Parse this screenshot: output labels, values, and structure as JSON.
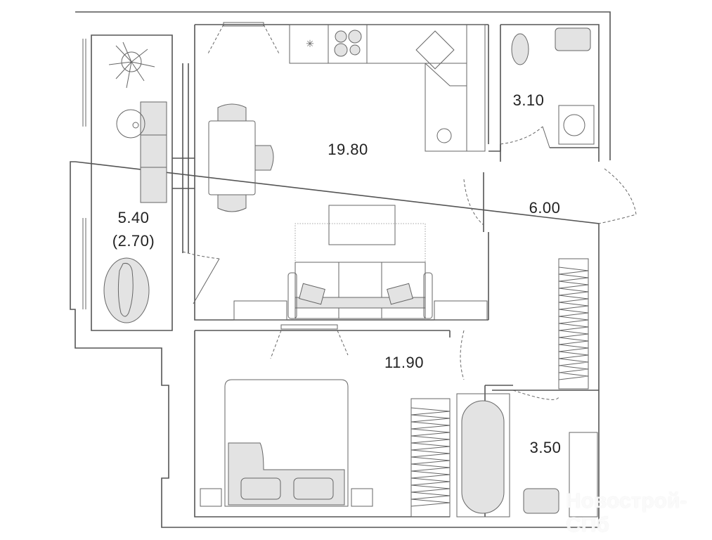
{
  "rooms": [
    {
      "name": "kitchen-living",
      "area": "19.80"
    },
    {
      "name": "balcony",
      "area": "5.40",
      "area_reduced": "(2.70)"
    },
    {
      "name": "bathroom-1",
      "area": "3.10"
    },
    {
      "name": "hall",
      "area": "6.00"
    },
    {
      "name": "bedroom",
      "area": "11.90"
    },
    {
      "name": "bathroom-2",
      "area": "3.50"
    }
  ],
  "watermark": "Новострой-СПб",
  "colors": {
    "line": "#555555",
    "furniture_fill": "#e3e3e3"
  }
}
